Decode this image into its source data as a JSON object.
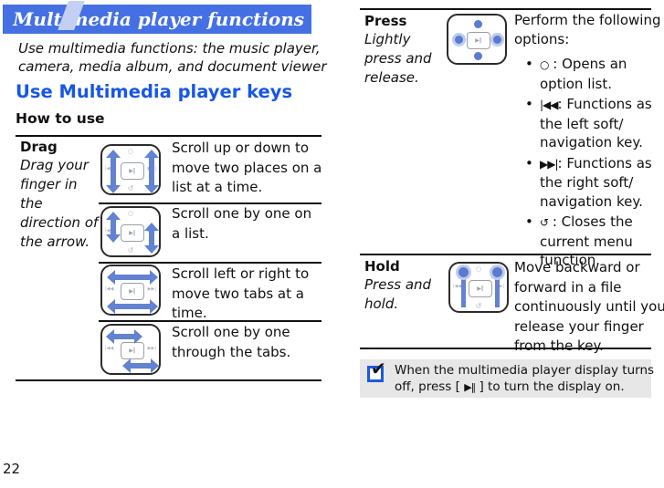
{
  "page": {
    "number": "22"
  },
  "banner": {
    "title": "Multimedia player functions",
    "color": "#4470E4",
    "stripe_color": "#C3D0F4"
  },
  "intro": "Use multimedia functions: the music player,\ncamera, media album, and document viewer",
  "section_heading": "Use Multimedia player keys",
  "subsection_heading": "How to use",
  "bullet_marker": "•",
  "keypad_glyphs": {
    "center": "▶‖",
    "top": "○",
    "bottom": "↺",
    "left": "|◀◀",
    "right": "▶▶|"
  },
  "drag_table": {
    "action": "Drag",
    "action_detail": "Drag your\nfinger in\nthe\ndirection of\nthe arrow.",
    "rows": [
      {
        "icon": "keypad-scroll-two-vertical-icon",
        "description": "Scroll up or down to\nmove two places on a\nlist at a time."
      },
      {
        "icon": "keypad-scroll-one-vertical-icon",
        "description": "Scroll one by one on\na list."
      },
      {
        "icon": "keypad-scroll-two-horizontal-icon",
        "description": "Scroll left or right to\nmove two tabs at a\ntime."
      },
      {
        "icon": "keypad-scroll-one-horizontal-icon",
        "description": "Scroll one by one\nthrough the tabs."
      }
    ]
  },
  "press_hold_table": {
    "press": {
      "action": "Press",
      "action_detail": "Lightly\npress and\nrelease.",
      "description_intro": "Perform the following\noptions:",
      "options": [
        {
          "glyph": "○",
          "text": " : Opens an\noption list."
        },
        {
          "glyph": "|◀◀",
          "text": ": Functions as\nthe left soft/\nnavigation key."
        },
        {
          "glyph": "▶▶|",
          "text": ": Functions as\nthe right soft/\nnavigation key."
        },
        {
          "glyph": "↺",
          "text": " : Closes the\ncurrent menu\nfunction."
        }
      ]
    },
    "hold": {
      "action": "Hold",
      "action_detail": "Press and\nhold.",
      "description": "Move backward or\nforward in a file\ncontinuously until you\nrelease your finger\nfrom the key."
    }
  },
  "note": {
    "checkbox_glyph": "✔",
    "text_before": "When the multimedia player display turns\noff, press [ ",
    "glyph": "▶‖",
    "text_after": " ] to turn the display on."
  },
  "colors": {
    "heading_blue": "#1656E8",
    "arrow_blue": "#6282D2",
    "note_bg": "#E7E7E7",
    "checkbox_blue": "#1B5AE0"
  }
}
